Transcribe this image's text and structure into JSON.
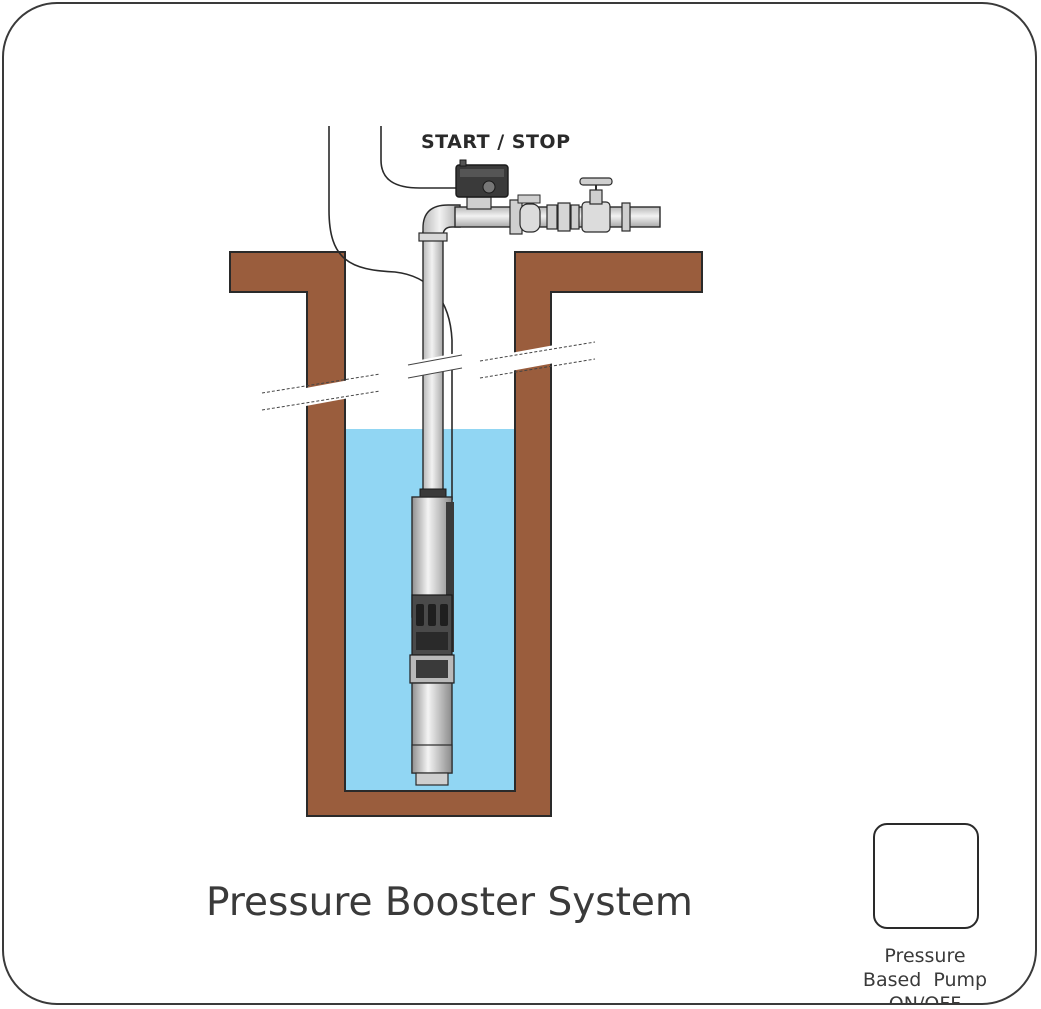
{
  "diagram": {
    "title": "Pressure Booster System",
    "control_label": "START / STOP",
    "switch_caption": {
      "line1": "Pressure",
      "line2": "Based  Pump",
      "line3": "ON/OFF"
    },
    "icons": {
      "control_box": "pressure-control-box-icon",
      "pressure_switch": "pressure-switch-icon",
      "gate_valve": "gate-valve-icon",
      "check_valve": "check-valve-icon",
      "pump": "submersible-pump-icon"
    },
    "colors": {
      "earth": "#9a5d3d",
      "water": "#91d6f3",
      "pipe": "#d4d4d4",
      "switch_red": "#b1242a",
      "outline": "#2a2a2a"
    }
  }
}
